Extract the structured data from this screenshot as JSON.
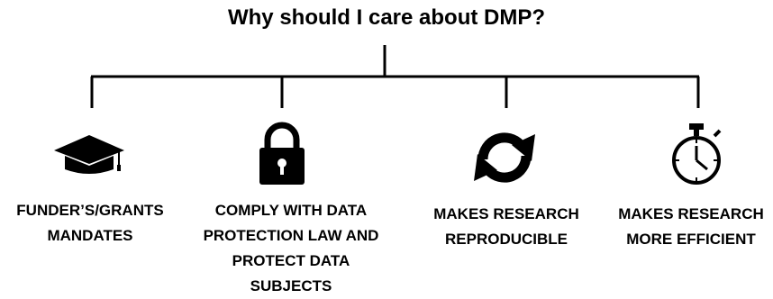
{
  "title": "Why should I care about DMP?",
  "colors": {
    "ink": "#000000",
    "background": "#ffffff"
  },
  "items": [
    {
      "icon": "graduation-cap-icon",
      "lines": [
        "FUNDER’S/GRANTS",
        "MANDATES"
      ]
    },
    {
      "icon": "padlock-icon",
      "lines": [
        "COMPLY WITH DATA",
        "PROTECTION LAW AND",
        "PROTECT DATA",
        "SUBJECTS"
      ]
    },
    {
      "icon": "refresh-cycle-icon",
      "lines": [
        "MAKES RESEARCH",
        "REPRODUCIBLE"
      ]
    },
    {
      "icon": "stopwatch-icon",
      "lines": [
        "MAKES RESEARCH",
        "MORE EFFICIENT"
      ]
    }
  ]
}
